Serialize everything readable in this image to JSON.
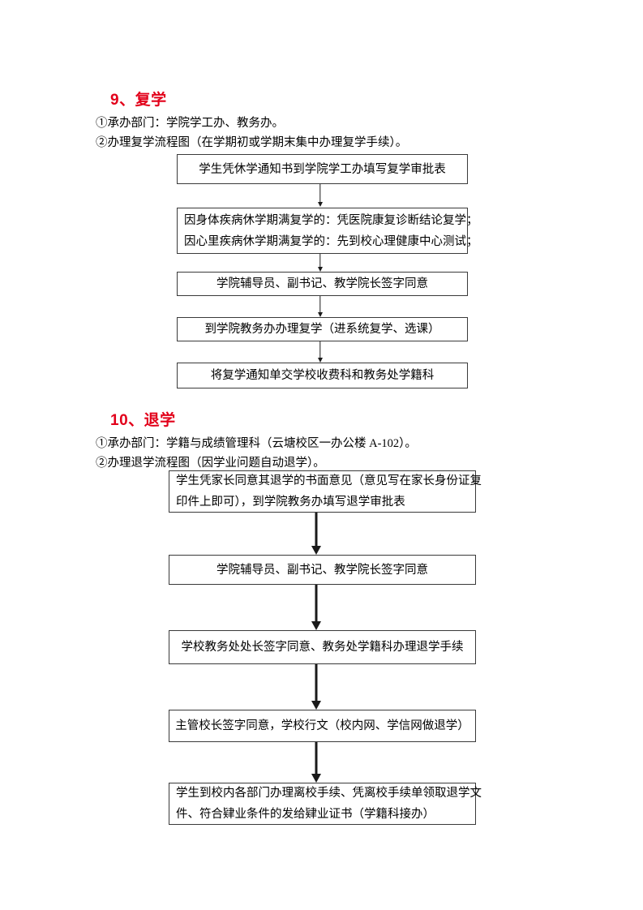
{
  "page": {
    "background_color": "#ffffff",
    "heading_color": "#e2001a"
  },
  "sections": [
    {
      "id": "section-9",
      "heading": "9、复学",
      "lines": [
        "①承办部门：学院学工办、教务办。",
        "②办理复学流程图（在学期初或学期末集中办理复学手续）。"
      ],
      "flow": {
        "arrow_style": "thin",
        "steps": [
          {
            "lines": [
              "学生凭休学通知书到学院学工办填写复学审批表"
            ],
            "align": "center"
          },
          {
            "lines": [
              "因身体疾病休学期满复学的：凭医院康复诊断结论复学；",
              "因心里疾病休学期满复学的：先到校心理健康中心测试；"
            ],
            "align": "left"
          },
          {
            "lines": [
              "学院辅导员、副书记、教学院长签字同意"
            ],
            "align": "center"
          },
          {
            "lines": [
              "到学院教务办办理复学（进系统复学、选课）"
            ],
            "align": "center"
          },
          {
            "lines": [
              "将复学通知单交学校收费科和教务处学籍科"
            ],
            "align": "center"
          }
        ]
      }
    },
    {
      "id": "section-10",
      "heading": "10、退学",
      "lines": [
        "①承办部门：学籍与成绩管理科（云塘校区一办公楼 A-102）。",
        "②办理退学流程图（因学业问题自动退学）。"
      ],
      "flow": {
        "arrow_style": "thick",
        "steps": [
          {
            "lines": [
              "学生凭家长同意其退学的书面意见（意见写在家长身份证复",
              "印件上即可），到学院教务办填写退学审批表"
            ],
            "align": "left"
          },
          {
            "lines": [
              "学院辅导员、副书记、教学院长签字同意"
            ],
            "align": "center"
          },
          {
            "lines": [
              "学校教务处处长签字同意、教务处学籍科办理退学手续"
            ],
            "align": "center"
          },
          {
            "lines": [
              "主管校长签字同意，学校行文（校内网、学信网做退学）"
            ],
            "align": "center"
          },
          {
            "lines": [
              "学生到校内各部门办理离校手续、凭离校手续单领取退学文",
              "件、符合肄业条件的发给肄业证书（学籍科接办）"
            ],
            "align": "left"
          }
        ]
      }
    }
  ]
}
